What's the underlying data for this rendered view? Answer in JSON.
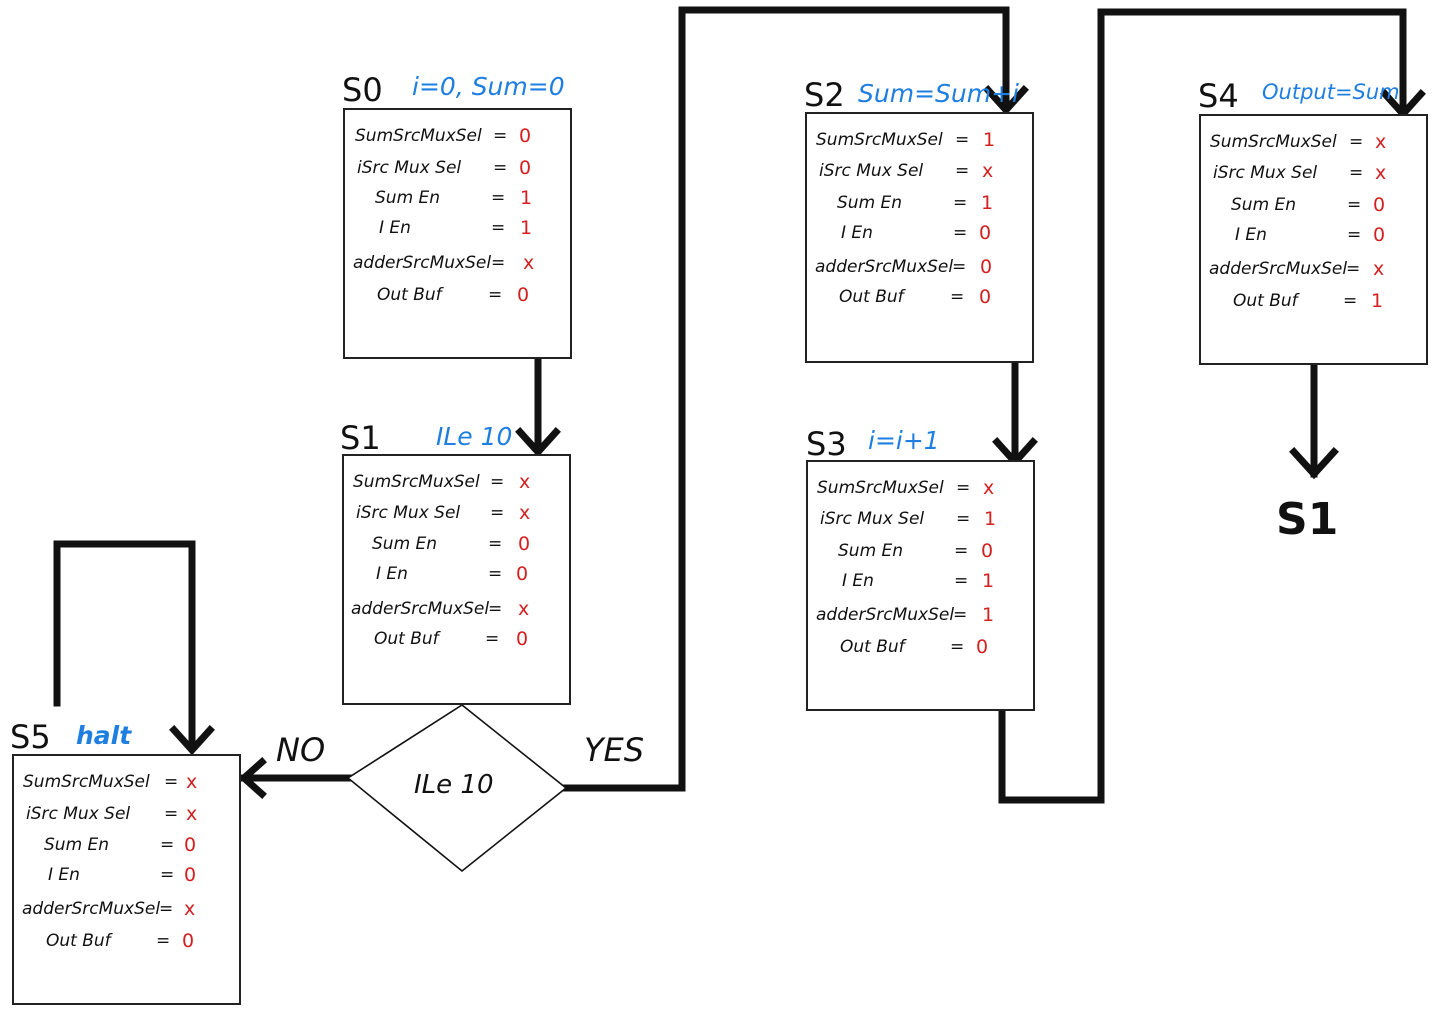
{
  "colors": {
    "action": "#1f7fe0",
    "value": "#d42020",
    "ink": "#111111"
  },
  "signal_names": [
    "SumSrcMuxSel",
    "iSrc Mux Sel",
    "Sum En",
    "I En",
    "adderSrcMuxSel",
    "Out Buf"
  ],
  "states": {
    "s0": {
      "label": "S0",
      "action": "i=0, Sum=0",
      "values": [
        "0",
        "0",
        "1",
        "1",
        "x",
        "0"
      ]
    },
    "s1": {
      "label": "S1",
      "action": "ILe 10",
      "values": [
        "x",
        "x",
        "0",
        "0",
        "x",
        "0"
      ]
    },
    "s2": {
      "label": "S2",
      "action": "Sum=Sum+i",
      "values": [
        "1",
        "x",
        "1",
        "0",
        "0",
        "0"
      ]
    },
    "s3": {
      "label": "S3",
      "action": "i=i+1",
      "values": [
        "x",
        "1",
        "0",
        "1",
        "1",
        "0"
      ]
    },
    "s4": {
      "label": "S4",
      "action": "Output=Sum",
      "values": [
        "x",
        "x",
        "0",
        "0",
        "x",
        "1"
      ]
    },
    "s5": {
      "label": "S5",
      "action": "halt",
      "values": [
        "x",
        "x",
        "0",
        "0",
        "x",
        "0"
      ]
    }
  },
  "decision": {
    "text": "ILe 10"
  },
  "branches": {
    "yes": "YES",
    "no": "NO"
  },
  "goto_label": "S1"
}
